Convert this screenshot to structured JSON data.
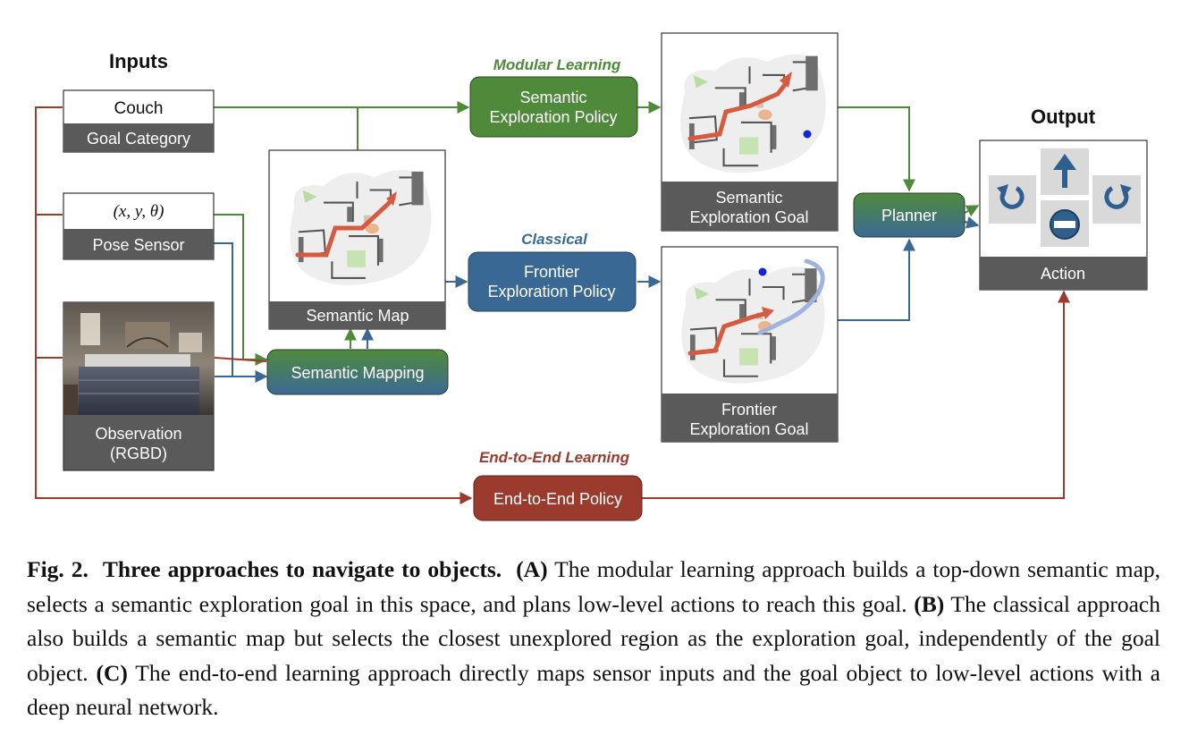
{
  "diagram": {
    "headers": {
      "inputs": "Inputs",
      "output": "Output"
    },
    "approach_labels": {
      "modular": "Modular Learning",
      "classical": "Classical",
      "end_to_end": "End-to-End Learning"
    },
    "inputs": {
      "goal_value": "Couch",
      "goal_label": "Goal Category",
      "pose_value": "(x, y, θ)",
      "pose_label": "Pose Sensor",
      "observation_label_1": "Observation",
      "observation_label_2": "(RGBD)"
    },
    "modules": {
      "semantic_map": "Semantic Map",
      "semantic_mapping": "Semantic Mapping",
      "semantic_policy_1": "Semantic",
      "semantic_policy_2": "Exploration Policy",
      "frontier_policy_1": "Frontier",
      "frontier_policy_2": "Exploration Policy",
      "semantic_goal_1": "Semantic",
      "semantic_goal_2": "Exploration Goal",
      "frontier_goal_1": "Frontier",
      "frontier_goal_2": "Exploration Goal",
      "planner": "Planner",
      "end_to_end_policy": "End-to-End Policy",
      "action": "Action"
    },
    "colors": {
      "green": "#4e8a3a",
      "blue": "#3a6894",
      "red": "#9b3b2e",
      "dark_label": "#5a5a5a",
      "action_icon_bg": "#d9d9d9",
      "action_icon_fg": "#2e5f8e"
    }
  },
  "caption": {
    "fig_label": "Fig. 2.",
    "title": "Three approaches to navigate to objects.",
    "label_a": "(A)",
    "text_a": "The modular learning approach builds a top-down semantic map, selects a semantic exploration goal in this space, and plans low-level actions to reach this goal.",
    "label_b": "(B)",
    "text_b": "The classical approach also builds a semantic map but selects the closest unexplored region as the exploration goal, independently of the goal object.",
    "label_c": "(C)",
    "text_c": "The end-to-end learning approach directly maps sensor inputs and the goal object to low-level actions with a deep neural network."
  }
}
